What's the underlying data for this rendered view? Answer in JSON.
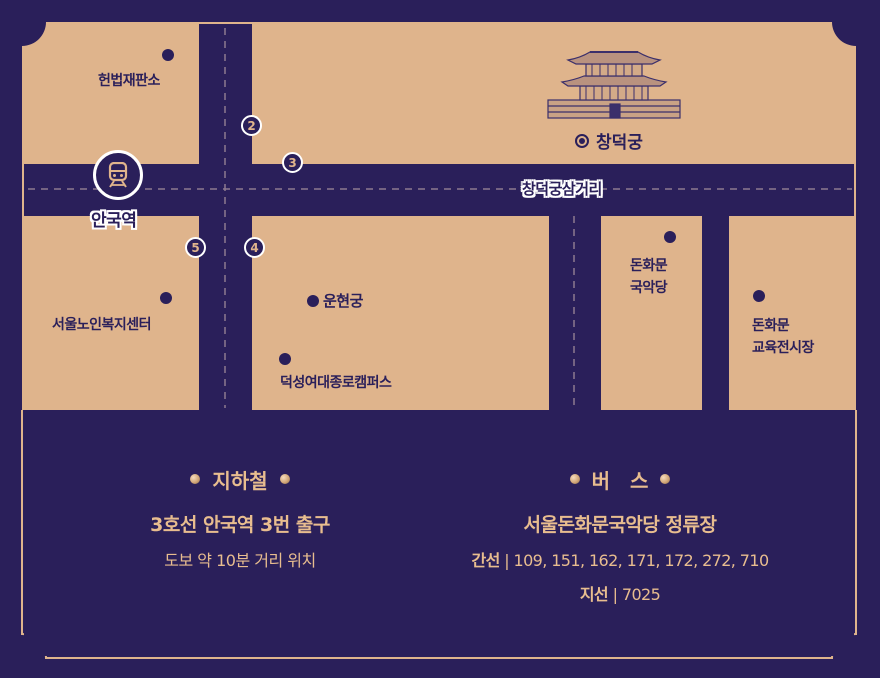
{
  "colors": {
    "navy": "#2a1f5a",
    "tan": "#dfb48c",
    "gold_text": "#e8bd8f",
    "white": "#ffffff"
  },
  "map": {
    "landmark": {
      "name": "창덕궁",
      "icon": "palace-illustration"
    },
    "intersection_label": "창덕궁삼거리",
    "station": {
      "name": "안국역",
      "icon": "train-icon"
    },
    "exits": [
      {
        "number": "2"
      },
      {
        "number": "3"
      },
      {
        "number": "4"
      },
      {
        "number": "5"
      }
    ],
    "pois": [
      {
        "name": "헌법재판소"
      },
      {
        "name": "서울노인복지센터"
      },
      {
        "name": "운현궁"
      },
      {
        "name": "덕성여대종로캠퍼스"
      },
      {
        "name_line1": "돈화문",
        "name_line2": "국악당"
      },
      {
        "name_line1": "돈화문",
        "name_line2": "교육전시장"
      }
    ]
  },
  "directions": {
    "subway": {
      "title": "지하철",
      "main": "3호선 안국역 3번 출구",
      "sub": "도보 약 10분 거리 위치"
    },
    "bus": {
      "title": "버　스",
      "stop": "서울돈화문국악당 정류장",
      "trunk_label": "간선",
      "separator": "|",
      "trunk_routes": "109, 151, 162, 171, 172, 272, 710",
      "branch_label": "지선",
      "branch_routes": "7025"
    }
  }
}
